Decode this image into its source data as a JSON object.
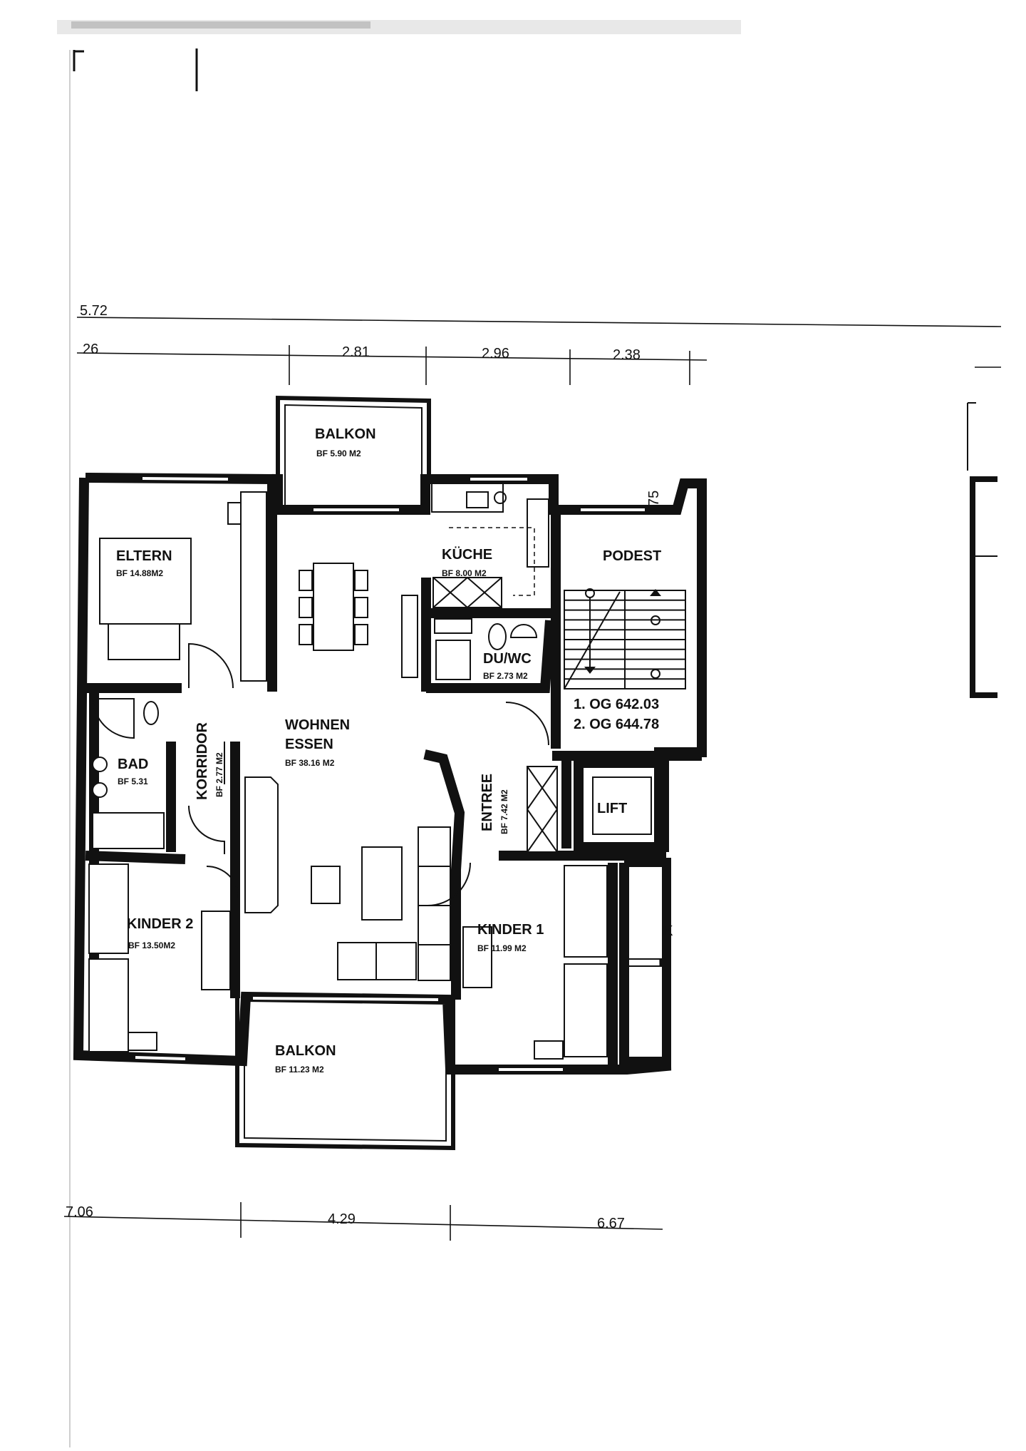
{
  "rooms": {
    "balkon_top": {
      "name": "BALKON",
      "area": "BF 5.90 M2"
    },
    "eltern": {
      "name": "ELTERN",
      "area": "BF 14.88M2"
    },
    "kueche": {
      "name": "KÜCHE",
      "area": "BF 8.00 M2"
    },
    "podest": {
      "name": "PODEST"
    },
    "du_wc": {
      "name": "DU/WC",
      "area": "BF 2.73 M2"
    },
    "wohnen": {
      "name_line1": "WOHNEN",
      "name_line2": "ESSEN",
      "area": "BF 38.16 M2"
    },
    "korridor": {
      "name": "KORRIDOR",
      "area": "BF 2.77 M2"
    },
    "bad": {
      "name": "BAD",
      "area": "BF 5.31"
    },
    "entree": {
      "name": "ENTREE",
      "area": "BF 7.42 M2"
    },
    "lift": {
      "name": "LIFT"
    },
    "kinder2": {
      "name": "KINDER 2",
      "area": "BF 13.50M2"
    },
    "kinder1": {
      "name": "KINDER 1",
      "area": "BF 11.99 M2"
    },
    "balkon_bottom": {
      "name": "BALKON",
      "area": "BF 11.23 M2"
    }
  },
  "levels": {
    "og1": "1. OG 642.03",
    "og2": "2. OG 644.78"
  },
  "dimensions": {
    "overall_top": "5.72",
    "top_row": [
      "26",
      "2.81",
      "2.96",
      "2.38"
    ],
    "side_75": "75",
    "bottom_row": [
      "7.06",
      "4.29",
      "6.67"
    ]
  },
  "fragment_label": "K"
}
